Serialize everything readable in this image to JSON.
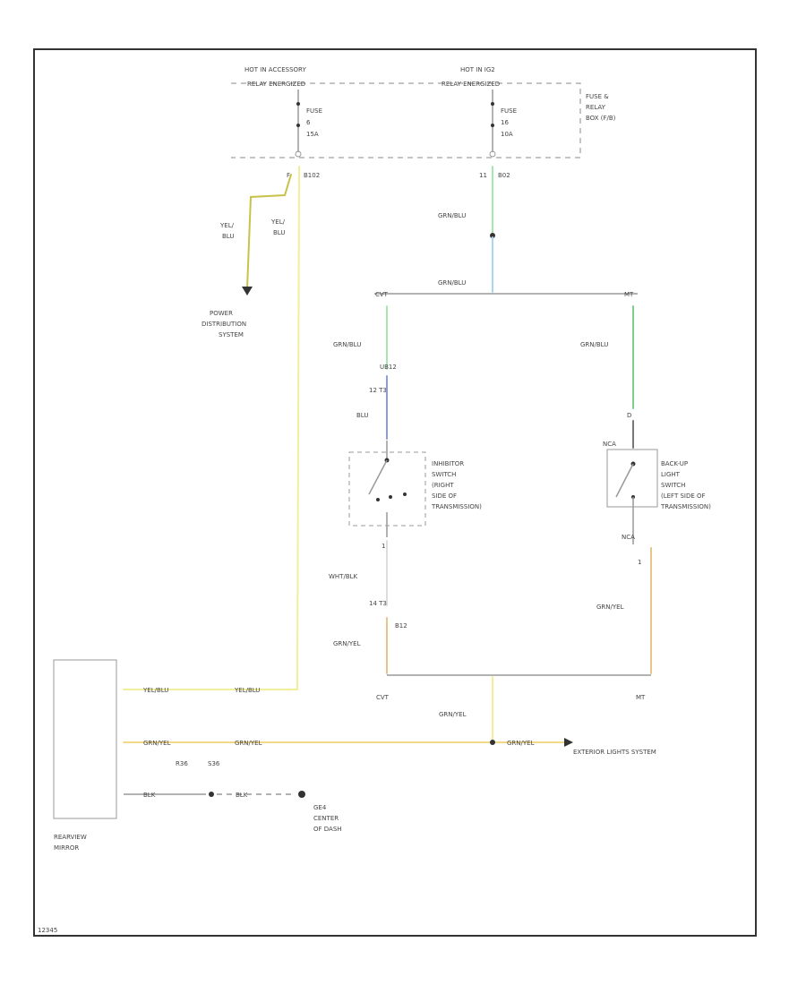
{
  "power_sources": {
    "left_title_1": "HOT IN ACCESSORY",
    "left_title_2": "RELAY ENERGIZED",
    "right_title_1": "HOT IN IG2",
    "right_title_2": "RELAY ENERGIZED",
    "box_label_1": "FUSE &",
    "box_label_2": "RELAY",
    "box_label_3": "BOX (F/B)"
  },
  "fuses": {
    "left_label": "FUSE",
    "left_number": "6",
    "left_rating": "15A",
    "right_label": "FUSE",
    "right_number": "16",
    "right_rating": "10A"
  },
  "connectors": {
    "left_pin": "F",
    "left_name": "B102",
    "right_pin": "11",
    "right_name": "B02",
    "inhibitor_top_1": "UB12",
    "inhibitor_top_2": "12  T3",
    "inhibitor_bot": "14  T3",
    "inhibitor_bot_name": "B12",
    "backup_top": "D",
    "backup_pin_top": "NCA",
    "backup_pin_bot": "NCA",
    "num_1": "1",
    "num_2": "1",
    "cvt_label": "CVT",
    "mt_label": "MT",
    "r36_label": "R36",
    "s36_label": "S36",
    "left_splice": "CVT",
    "right_splice": "MT"
  },
  "wires": {
    "yel_blu_a_1": "YEL/",
    "yel_blu_a_2": "BLU",
    "yel_blu_b_1": "YEL/",
    "yel_blu_b_2": "BLU",
    "grn_blu_top": "GRN/BLU",
    "grn_blu_mid": "GRN/BLU",
    "grn_blu_left": "GRN/BLU",
    "grn_blu_right": "GRN/BLU",
    "blu": "BLU",
    "wht_blk": "WHT/BLK",
    "grn_yel_left": "GRN/YEL",
    "grn_yel_right": "GRN/YEL",
    "grn_yel_mid": "GRN/YEL",
    "mirror_1a": "YEL/BLU",
    "mirror_1b": "YEL/BLU",
    "mirror_2a": "GRN/YEL",
    "mirror_2b": "GRN/YEL",
    "mirror_2c": "GRN/YEL",
    "mirror_3a": "BLK",
    "mirror_3b": "BLK"
  },
  "components": {
    "power_dist_1": "POWER",
    "power_dist_2": "DISTRIBUTION",
    "power_dist_3": "SYSTEM",
    "inhibitor_1": "INHIBITOR",
    "inhibitor_2": "SWITCH",
    "inhibitor_3": "(RIGHT",
    "inhibitor_4": "SIDE OF",
    "inhibitor_5": "TRANSMISSION)",
    "backup_1": "BACK-UP",
    "backup_2": "LIGHT",
    "backup_3": "SWITCH",
    "backup_4": "(LEFT SIDE OF",
    "backup_5": "TRANSMISSION)",
    "mirror_1": "REARVIEW",
    "mirror_2": "MIRROR",
    "ground_1": "GE4",
    "ground_2": "CENTER",
    "ground_3": "OF DASH",
    "exterior": "EXTERIOR LIGHTS SYSTEM"
  },
  "footer": {
    "code": "12345"
  },
  "colors": {
    "yellow_wire": "#f2ee9a",
    "yellow_dark": "#c9c24a",
    "green_wire": "#a8e6b0",
    "green_dark": "#7dcf8c",
    "blue_wire": "#8a9be8",
    "light_blue_wire": "#a9d6f2",
    "tan_wire": "#e6c58a",
    "gray_wire": "#bbbbbb"
  }
}
